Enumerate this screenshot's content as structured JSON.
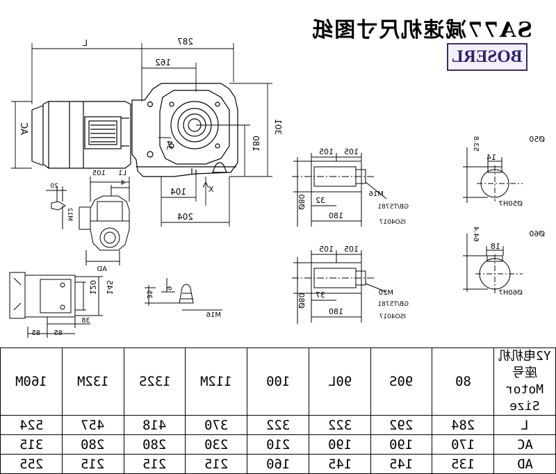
{
  "title": "SA77减速机尺寸图纸",
  "brand": "BOSERL",
  "labels": {
    "L": "L",
    "d287": "287",
    "d162": "162",
    "AC": "AC",
    "d301": "301",
    "d180": "180",
    "d34": "34",
    "d104": "104",
    "X": "X",
    "d204": "204",
    "d105a": "105",
    "d105b": "105",
    "d32": "32",
    "M16": "M16",
    "gb": "GB/T5781",
    "iso": "ISO4017",
    "d80a": "Ø80",
    "d180a": "180",
    "d105c": "105",
    "d105d": "105",
    "d37": "37",
    "M20": "M20",
    "d80b": "Ø80",
    "d180b": "180",
    "q50": "Ø50",
    "d14": "14",
    "d538": "53.8",
    "q50h7": "Ø50H7",
    "q60": "Ø60",
    "d18": "18",
    "d644": "64.4",
    "q60h7": "Ø60H7",
    "d20": "20",
    "L1": "L1",
    "d105e": "105",
    "d4": "4",
    "M12": "M12",
    "AD": "AD",
    "d145": "145",
    "d120": "120",
    "d38": "38",
    "d85a": "85",
    "d85b": "85",
    "d35": "35",
    "d9": "9",
    "M16b": "M16"
  },
  "table": {
    "corner": [
      "Y2电机机座号",
      "Motor Size"
    ],
    "sizes": [
      "80",
      "90S",
      "90L",
      "100",
      "112M",
      "132S",
      "132M",
      "160M"
    ],
    "rows": [
      {
        "label": "L",
        "values": [
          "284",
          "292",
          "322",
          "322",
          "370",
          "418",
          "457",
          "524"
        ]
      },
      {
        "label": "AC",
        "values": [
          "170",
          "190",
          "190",
          "210",
          "230",
          "280",
          "280",
          "315"
        ]
      },
      {
        "label": "AD",
        "values": [
          "135",
          "145",
          "145",
          "160",
          "215",
          "215",
          "215",
          "255"
        ]
      }
    ]
  }
}
